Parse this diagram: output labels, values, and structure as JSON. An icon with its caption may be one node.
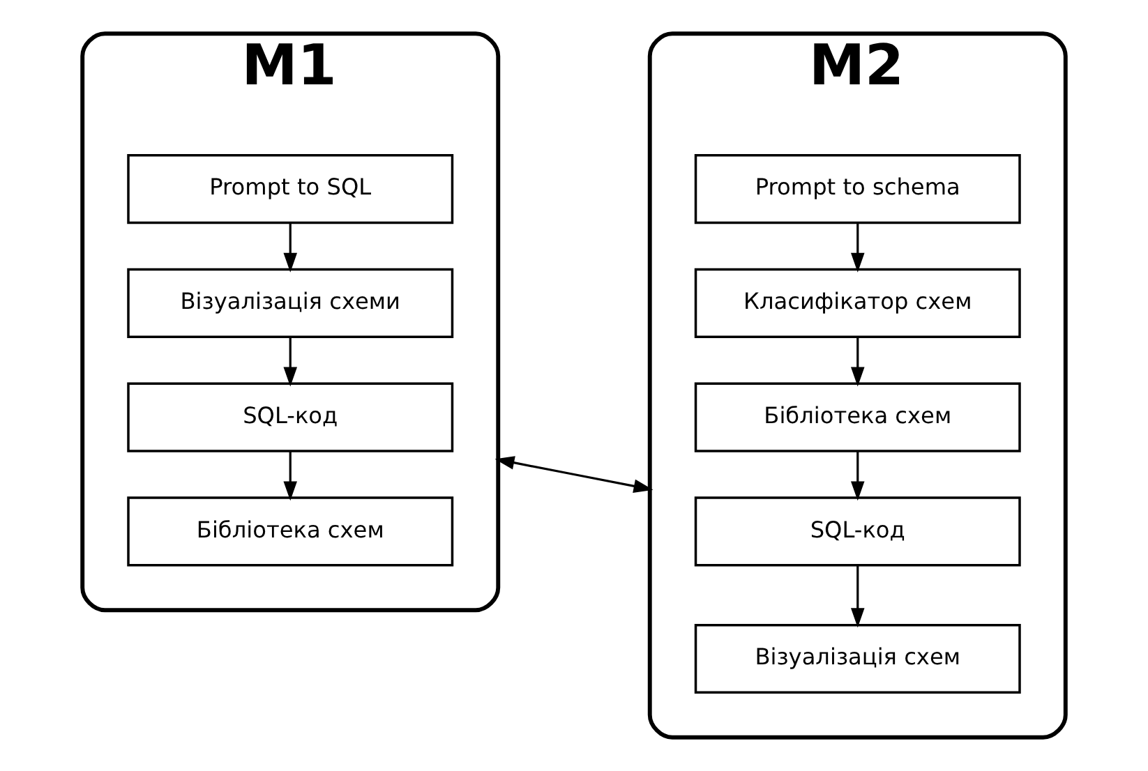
{
  "diagram": {
    "nodes": [
      {
        "text": [
          "M1"
        ]
      },
      {
        "text": [
          "Prompt to SQL"
        ],
        "in": 0
      },
      {
        "text": [
          "Візуалізація схеми"
        ],
        "in": 0
      },
      {
        "text": [
          "SQL-код"
        ],
        "in": 0
      },
      {
        "text": [
          "Бібліотека схем"
        ],
        "in": 0
      },
      {
        "text": [
          "M2"
        ]
      },
      {
        "text": [
          "Prompt to schema"
        ],
        "in": 5
      },
      {
        "text": [
          "Класифікатор схем"
        ],
        "in": 5
      },
      {
        "text": [
          "Бібліотека схем"
        ],
        "in": 5
      },
      {
        "text": [
          "SQL-код"
        ],
        "in": 5
      },
      {
        "text": [
          "Візуалізація схем"
        ],
        "in": 5
      }
    ],
    "edges": [
      {
        "from": 1,
        "to": 2,
        "arrow": "to"
      },
      {
        "from": 2,
        "to": 3,
        "arrow": "to"
      },
      {
        "from": 3,
        "to": 4,
        "arrow": "to"
      },
      {
        "from": 6,
        "to": 7,
        "arrow": "to"
      },
      {
        "from": 7,
        "to": 8,
        "arrow": "to"
      },
      {
        "from": 8,
        "to": 9,
        "arrow": "to"
      },
      {
        "from": 9,
        "to": 10,
        "arrow": "to"
      },
      {
        "from": 0,
        "to": 5,
        "arrow": "both"
      }
    ]
  }
}
